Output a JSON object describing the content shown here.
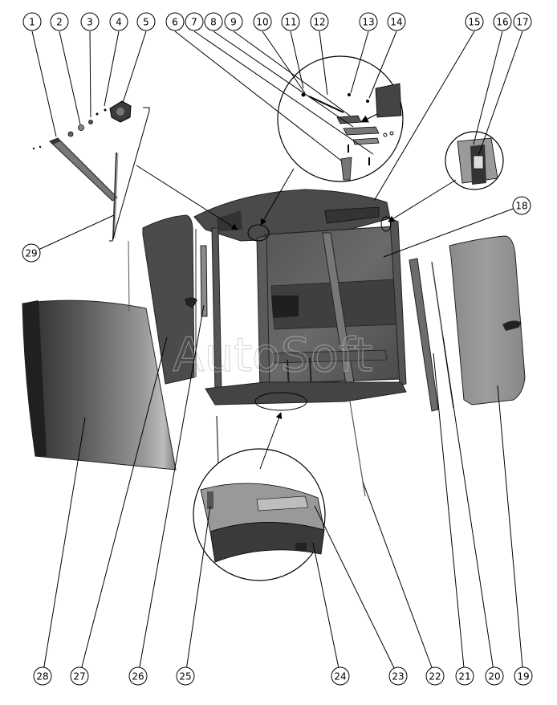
{
  "watermark": "AutoSoft",
  "callouts": [
    {
      "label": "1"
    },
    {
      "label": "2"
    },
    {
      "label": "3"
    },
    {
      "label": "4"
    },
    {
      "label": "5"
    },
    {
      "label": "6"
    },
    {
      "label": "7"
    },
    {
      "label": "8"
    },
    {
      "label": "9"
    },
    {
      "label": "10"
    },
    {
      "label": "11"
    },
    {
      "label": "12"
    },
    {
      "label": "13"
    },
    {
      "label": "14"
    },
    {
      "label": "15"
    },
    {
      "label": "16"
    },
    {
      "label": "17"
    },
    {
      "label": "18"
    },
    {
      "label": "19"
    },
    {
      "label": "20"
    },
    {
      "label": "21"
    },
    {
      "label": "22"
    },
    {
      "label": "23"
    },
    {
      "label": "24"
    },
    {
      "label": "25"
    },
    {
      "label": "26"
    },
    {
      "label": "27"
    },
    {
      "label": "28"
    },
    {
      "label": "29"
    }
  ],
  "colors": {
    "line": "#000000",
    "part_dark": "#3a3a3a",
    "part_mid": "#6e6e6e",
    "part_light": "#a8a8a8"
  }
}
